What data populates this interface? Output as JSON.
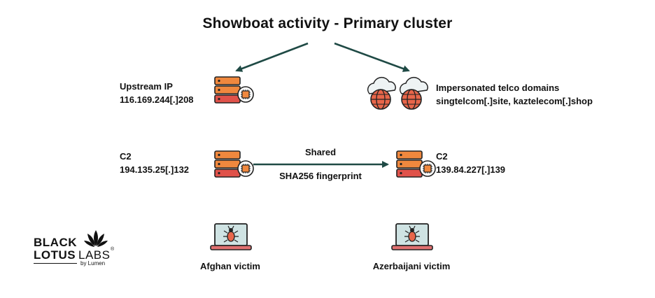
{
  "title": "Showboat activity - Primary cluster",
  "nodes": {
    "upstream": {
      "line1": "Upstream IP",
      "line2": "116.169.244[.]208",
      "icon": "server-icon"
    },
    "telco": {
      "line1": "Impersonated telco domains",
      "line2": "singtelcom[.]site, kaztelecom[.]shop",
      "icon": "cloud-globe-icon"
    },
    "c2_left": {
      "line1": "C2",
      "line2": "194.135.25[.]132",
      "icon": "server-icon"
    },
    "c2_right": {
      "line1": "C2",
      "line2": "139.84.227[.]139",
      "icon": "server-icon"
    },
    "victim_afghan": {
      "label": "Afghan victim",
      "icon": "laptop-bug-icon"
    },
    "victim_azerbaijani": {
      "label": "Azerbaijani victim",
      "icon": "laptop-bug-icon"
    }
  },
  "edge_shared": {
    "top": "Shared",
    "bottom": "SHA256 fingerprint"
  },
  "logo": {
    "line1": "BLACK",
    "line2a": "LOTUS",
    "line2b": "LABS",
    "reg": "®",
    "sub": "by Lumen"
  },
  "colors": {
    "arrow": "#1f4a45",
    "server_orange": "#f0883e",
    "server_red": "#e0524a",
    "globe": "#e8664a",
    "laptop_screen": "#cfe3e3",
    "laptop_base": "#e07070"
  }
}
